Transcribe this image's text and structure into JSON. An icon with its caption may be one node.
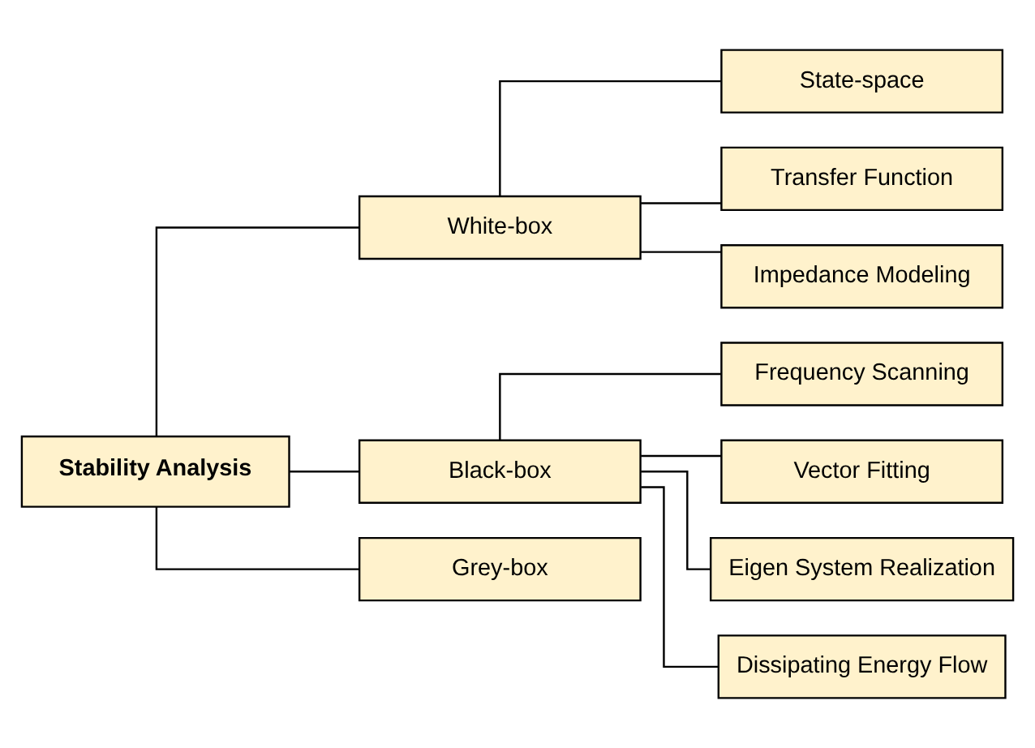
{
  "diagram": {
    "nodes": [
      {
        "text": [
          "Stability Analysis"
        ]
      },
      {
        "text": [
          "White-box"
        ]
      },
      {
        "text": [
          "Black-box"
        ]
      },
      {
        "text": [
          "Grey-box"
        ]
      },
      {
        "text": [
          "State-space"
        ]
      },
      {
        "text": [
          "Transfer Function"
        ]
      },
      {
        "text": [
          "Impedance Modeling"
        ]
      },
      {
        "text": [
          "Frequency Scanning"
        ]
      },
      {
        "text": [
          "Vector Fitting"
        ]
      },
      {
        "text": [
          "Eigen System Realization"
        ]
      },
      {
        "text": [
          "Dissipating Energy Flow"
        ]
      }
    ],
    "edges": [
      {
        "from": 0,
        "to": 1,
        "arrow": "none"
      },
      {
        "from": 0,
        "to": 2,
        "arrow": "none"
      },
      {
        "from": 0,
        "to": 3,
        "arrow": "none"
      },
      {
        "from": 1,
        "to": 4,
        "arrow": "none"
      },
      {
        "from": 1,
        "to": 5,
        "arrow": "none"
      },
      {
        "from": 1,
        "to": 6,
        "arrow": "none"
      },
      {
        "from": 2,
        "to": 7,
        "arrow": "none"
      },
      {
        "from": 2,
        "to": 8,
        "arrow": "none"
      },
      {
        "from": 2,
        "to": 9,
        "arrow": "none"
      },
      {
        "from": 2,
        "to": 10,
        "arrow": "none"
      }
    ]
  }
}
